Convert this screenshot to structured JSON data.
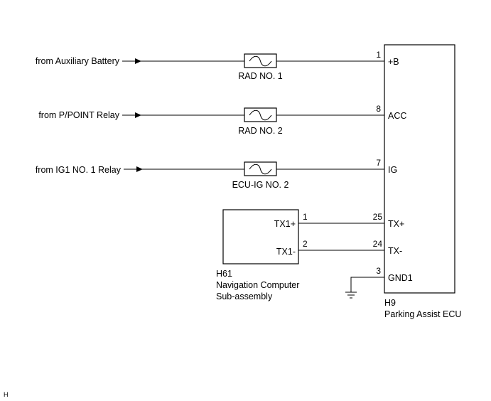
{
  "inputs": [
    {
      "source": "from Auxiliary Battery",
      "fuse": "RAD NO. 1",
      "pin": "1",
      "terminal": "+B"
    },
    {
      "source": "from P/POINT Relay",
      "fuse": "RAD NO. 2",
      "pin": "8",
      "terminal": "ACC"
    },
    {
      "source": "from IG1 NO. 1 Relay",
      "fuse": "ECU-IG NO. 2",
      "pin": "7",
      "terminal": "IG"
    }
  ],
  "nav_computer": {
    "connector": "H61",
    "name_line1": "Navigation Computer",
    "name_line2": "Sub-assembly",
    "terminals": [
      {
        "label": "TX1+",
        "pin": "1"
      },
      {
        "label": "TX1-",
        "pin": "2"
      }
    ]
  },
  "ecu": {
    "connector": "H9",
    "name": "Parking Assist ECU",
    "comm_terminals": [
      {
        "pin": "25",
        "terminal": "TX+"
      },
      {
        "pin": "24",
        "terminal": "TX-"
      }
    ],
    "ground": {
      "pin": "3",
      "terminal": "GND1"
    }
  },
  "corner_mark": "H"
}
